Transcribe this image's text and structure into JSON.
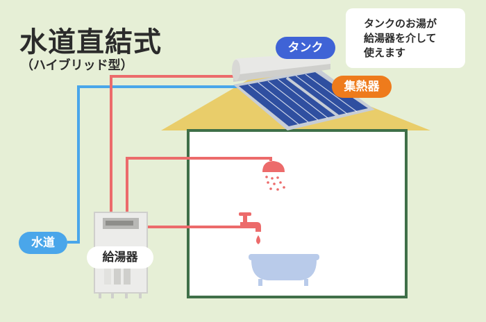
{
  "title": "水道直結式",
  "subtitle": "（ハイブリッド型）",
  "note": {
    "lines": [
      "タンクのお湯が",
      "給湯器を介して",
      "使えます"
    ]
  },
  "labels": {
    "tank": "タンク",
    "collector": "集熱器",
    "water_supply": "水道",
    "water_heater": "給湯器"
  },
  "colors": {
    "background": "#e6efd6",
    "hot_pipe": "#ec6b6b",
    "cold_pipe": "#4aa6ea",
    "house_wall": "#3f6f48",
    "roof": "#e9cd6a",
    "panel": "#2f4fa0",
    "tank_badge": "#3f63d6",
    "collector_badge": "#ee7b1c"
  }
}
